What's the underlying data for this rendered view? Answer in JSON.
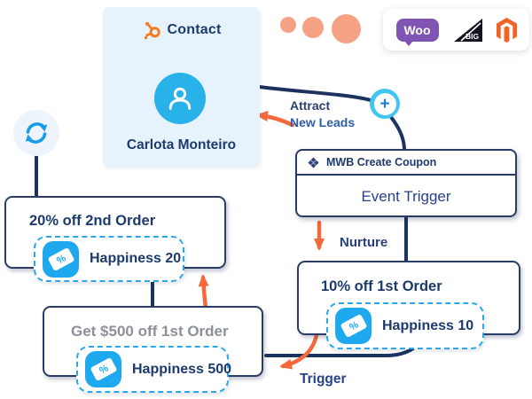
{
  "contact_card": {
    "app": "Contact",
    "name": "Carlota Monteiro"
  },
  "platform_bar": {
    "woo": "Woo",
    "big": "BIG"
  },
  "labels": {
    "attract_line1": "Attract",
    "attract_line2": "New Leads",
    "nurture": "Nurture",
    "trigger": "Trigger"
  },
  "event_box": {
    "header": "MWB Create Coupon",
    "body": "Event Trigger"
  },
  "coupons": [
    {
      "title": "20% off 2nd Order",
      "code": "Happiness 20"
    },
    {
      "title": "Get $500 off 1st Order",
      "code": "Happiness 500"
    },
    {
      "title": "10% off 1st Order",
      "code": "Happiness 10"
    }
  ],
  "icons": {
    "plus": "+",
    "percent": "%"
  },
  "colors": {
    "navy_text": "#1d3a6d",
    "connector": "#1c335f",
    "orange": "#f4683c",
    "avatar_blue": "#29b2e9",
    "tag_border": "#2aa7e8",
    "coupon_icon_blue": "#1ea9ef",
    "contact_card_bg": "#e7f3fc",
    "woo_purple": "#7f54b3",
    "magento_orange": "#f26322",
    "bigcommerce_black": "#15131f",
    "peach_dot": "#f5a284",
    "gray_title": "#8b9099"
  }
}
